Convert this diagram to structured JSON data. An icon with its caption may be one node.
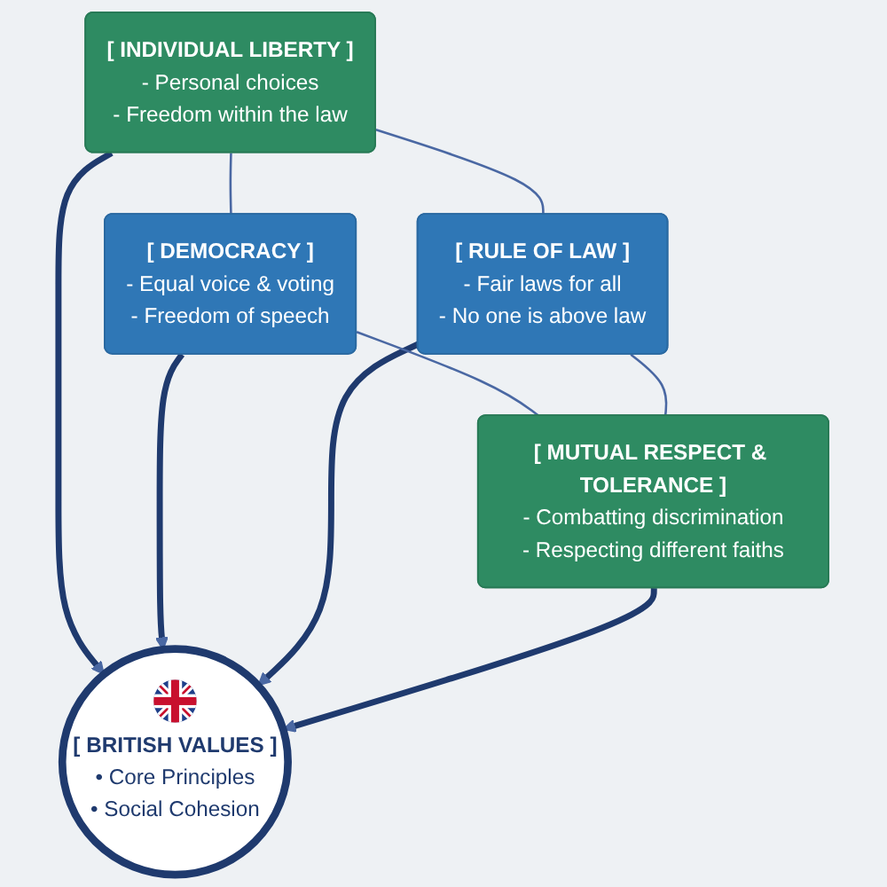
{
  "diagram": {
    "nodes": [
      {
        "text": [
          "[ INDIVIDUAL LIBERTY ]",
          "- Personal choices",
          "- Freedom within the law"
        ]
      },
      {
        "text": [
          "[ DEMOCRACY ]",
          "- Equal voice & voting",
          "- Freedom of speech"
        ]
      },
      {
        "text": [
          "[ BRITISH VALUES ]",
          "• Core Principles",
          "• Social Cohesion"
        ]
      },
      {
        "text": [
          "[ RULE OF LAW ]",
          "- Fair laws for all",
          "- No one is above law"
        ]
      },
      {
        "text": [
          "[ MUTUAL RESPECT & TOLERANCE ]",
          "- Combatting discrimination",
          "- Respecting different faiths"
        ]
      }
    ],
    "edges": [
      {
        "from": 0,
        "to": 2,
        "arrow": "to",
        "style": "thick",
        "color": "#1f3a6e"
      },
      {
        "from": 1,
        "to": 2,
        "arrow": "to",
        "style": "thick",
        "color": "#1f3a6e"
      },
      {
        "from": 3,
        "to": 2,
        "arrow": "to",
        "style": "thick",
        "color": "#1f3a6e"
      },
      {
        "from": 4,
        "to": 2,
        "arrow": "to",
        "style": "thick",
        "color": "#1f3a6e"
      },
      {
        "from": 0,
        "to": 1,
        "arrow": "none"
      },
      {
        "from": 0,
        "to": 3,
        "arrow": "none"
      },
      {
        "from": 1,
        "to": 4,
        "arrow": "none"
      },
      {
        "from": 3,
        "to": 4,
        "arrow": "none"
      }
    ]
  }
}
